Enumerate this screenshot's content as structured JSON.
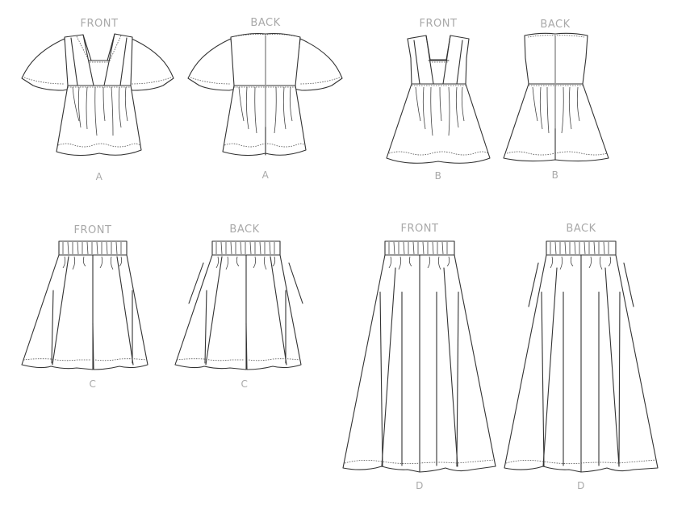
{
  "diagram": {
    "type": "sewing-pattern-technical-drawings",
    "views": [
      {
        "id": "A-front",
        "view_label": "FRONT",
        "view_letter": "A",
        "garment": "top with flutter sleeves, square neckline, gathered skirt"
      },
      {
        "id": "A-back",
        "view_label": "BACK",
        "view_letter": "A",
        "garment": "top with flutter sleeves, center back seam"
      },
      {
        "id": "B-front",
        "view_label": "FRONT",
        "view_letter": "B",
        "garment": "sleeveless top, square neckline, gathered skirt"
      },
      {
        "id": "B-back",
        "view_label": "BACK",
        "view_letter": "B",
        "garment": "sleeveless top, center back seam"
      },
      {
        "id": "C-front",
        "view_label": "FRONT",
        "view_letter": "C",
        "garment": "culottes with elastic waistband"
      },
      {
        "id": "C-back",
        "view_label": "BACK",
        "view_letter": "C",
        "garment": "culottes with elastic waistband, side pockets"
      },
      {
        "id": "D-front",
        "view_label": "FRONT",
        "view_letter": "D",
        "garment": "long wide-leg pants with elastic waistband"
      },
      {
        "id": "D-back",
        "view_label": "BACK",
        "view_letter": "D",
        "garment": "long wide-leg pants with elastic waistband, side pockets"
      }
    ]
  },
  "colors": {
    "line": "#333333",
    "label": "#a9a9a9",
    "background": "#ffffff"
  }
}
